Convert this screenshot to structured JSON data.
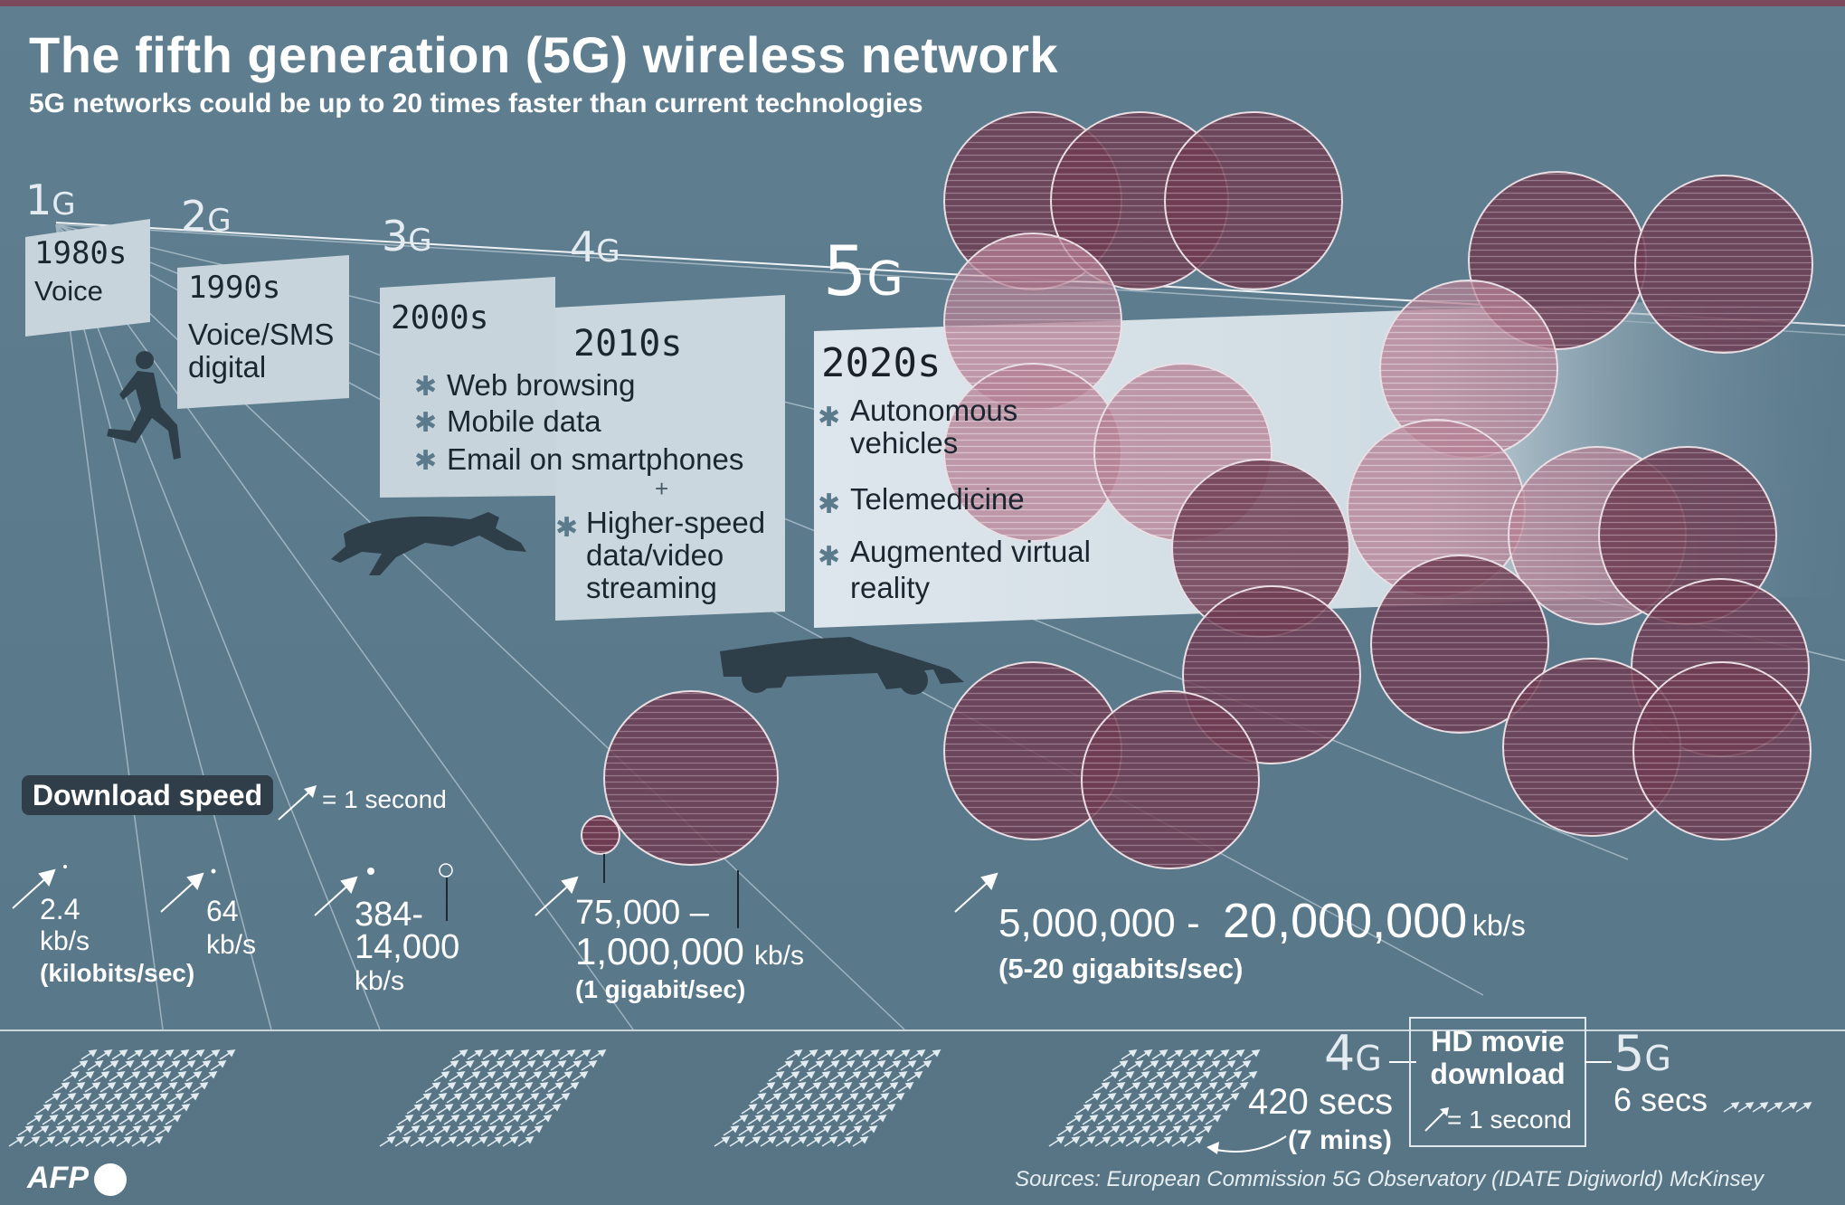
{
  "header": {
    "title": "The fifth generation (5G) wireless network",
    "subtitle": "5G networks could be up to 20 times faster than current technologies"
  },
  "generations": [
    {
      "num": "1",
      "g": "G",
      "decade": "1980s",
      "uses": [
        "Voice"
      ]
    },
    {
      "num": "2",
      "g": "G",
      "decade": "1990s",
      "uses": [
        "Voice/SMS",
        "digital"
      ]
    },
    {
      "num": "3",
      "g": "G",
      "decade": "2000s",
      "uses": [
        "Web browsing",
        "Mobile data",
        "Email on smartphones"
      ],
      "plus": "+"
    },
    {
      "num": "4",
      "g": "G",
      "decade": "2010s",
      "uses": [
        "Higher-speed",
        "data/video",
        "streaming"
      ]
    },
    {
      "num": "5",
      "g": "G",
      "decade": "2020s",
      "uses": [
        "Autonomous",
        "vehicles",
        "Telemedicine",
        "Augmented virtual",
        "reality"
      ]
    }
  ],
  "legend": {
    "label": "Download speed",
    "arrow_meaning": "= 1 second",
    "arrow_icon": "arrow-icon"
  },
  "speeds": {
    "g1": {
      "value": "2.4",
      "unit": "kb/s",
      "note": "(kilobits/sec)"
    },
    "g2": {
      "value": "64",
      "unit": "kb/s"
    },
    "g3": {
      "value_line1": "384-",
      "value_line2": "14,000",
      "unit": "kb/s"
    },
    "g4": {
      "value_line1": "75,000 –",
      "value_line2": "1,000,000",
      "unit": "kb/s",
      "note": "(1 gigabit/sec)"
    },
    "g5": {
      "value_a": "5,000,000 -",
      "value_b": "20,000,000",
      "unit": "kb/s",
      "note": "(5-20 gigabits/sec)"
    }
  },
  "hd_movie": {
    "g4_label": "4",
    "g4_g": "G",
    "g4_secs": "420 secs",
    "g4_mins": "(7 mins)",
    "box_title_1": "HD movie",
    "box_title_2": "download",
    "box_arrow": "= 1 second",
    "g5_label": "5",
    "g5_g": "G",
    "g5_secs": "6 secs"
  },
  "footer": {
    "logo": "AFP",
    "sources": "Sources: European Commission 5G Observatory (IDATE Digiworld) McKinsey"
  },
  "colors": {
    "background": "#5b7a8c",
    "panel": "#c9d6de",
    "circle_fill": "#6e3c52",
    "circle_stroke": "#e9dfe4",
    "title": "#ffffff"
  }
}
